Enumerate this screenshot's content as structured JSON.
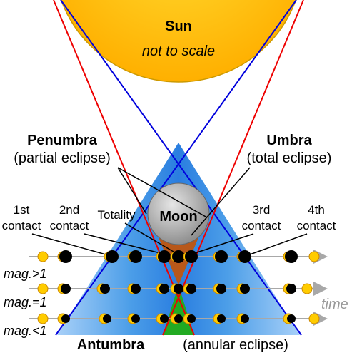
{
  "sun": {
    "label": "Sun",
    "note": "not to scale"
  },
  "moon": {
    "label": "Moon"
  },
  "labels": {
    "penumbra_title": "Penumbra",
    "penumbra_sub": "(partial eclipse)",
    "umbra_title": "Umbra",
    "umbra_sub": "(total eclipse)",
    "antumbra_title": "Antumbra",
    "antumbra_sub": "(annular eclipse)",
    "contact_1_line1": "1st",
    "contact_1_line2": "contact",
    "contact_2_line1": "2nd",
    "contact_2_line2": "contact",
    "totality": "Totality",
    "contact_3_line1": "3rd",
    "contact_3_line2": "contact",
    "contact_4_line1": "4th",
    "contact_4_line2": "contact",
    "mag_gt": "mag.>1",
    "mag_eq": "mag.=1",
    "mag_lt": "mag.<1",
    "time": "time"
  },
  "colors": {
    "sun": "#ffcc00",
    "penumbra_line": "#0000dd",
    "umbra_line": "#ee0000",
    "penumbra_fill": "#3a8fe8",
    "umbra_fill": "#b8581a",
    "antumbra_fill": "#22aa22",
    "moon": "#aaaaaa",
    "timeline": "#a8a8a8",
    "time_label": "#999999"
  }
}
